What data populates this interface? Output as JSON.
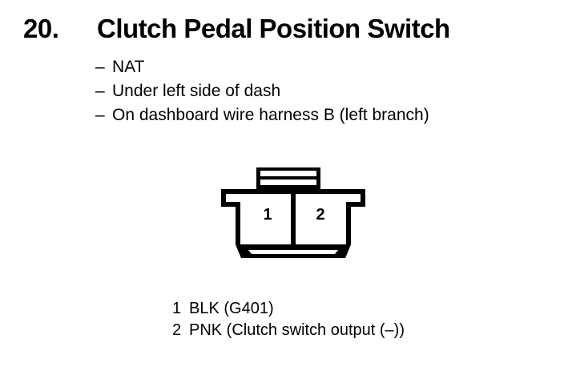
{
  "header": {
    "item_number": "20.",
    "title": "Clutch Pedal Position Switch"
  },
  "details": {
    "dash": "–",
    "items": [
      {
        "text": "NAT"
      },
      {
        "text": "Under left side of dash"
      },
      {
        "text": "On dashboard wire harness B (left branch)"
      }
    ]
  },
  "connector": {
    "cavities": [
      {
        "number": "1"
      },
      {
        "number": "2"
      }
    ]
  },
  "legend": {
    "rows": [
      {
        "pin": "1",
        "label": "BLK (G401)"
      },
      {
        "pin": "2",
        "label": "PNK (Clutch switch output (–))"
      }
    ]
  },
  "colors": {
    "ink": "#000000",
    "background": "#ffffff"
  }
}
